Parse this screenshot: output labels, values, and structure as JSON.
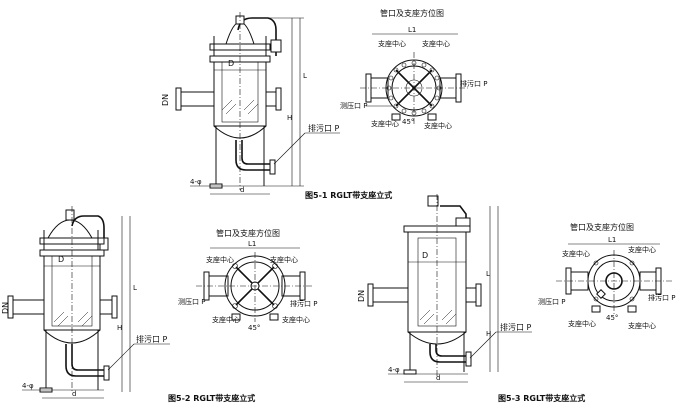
{
  "figures": [
    {
      "caption": "图5-1 RGLT带支座立式",
      "labels": {
        "D": "D",
        "L": "L",
        "L1": "L1",
        "H": "H",
        "DN": "DN",
        "drain": "排污口 P",
        "bolts": "4-φ",
        "d": "d"
      }
    },
    {
      "caption": "图5-2 RGLT带支座立式",
      "labels": {
        "D": "D",
        "L": "L",
        "L1": "L1",
        "H": "H",
        "DN": "DN",
        "drain": "排污口 P",
        "bolts": "4-φ",
        "d": "d"
      }
    },
    {
      "caption": "图5-3 RGLT带支座立式",
      "labels": {
        "D": "D",
        "L": "L",
        "L1": "L1",
        "H": "H",
        "DN": "DN",
        "drain": "排污口 P",
        "bolts": "4-φ",
        "d": "d"
      }
    }
  ],
  "plan_views": [
    {
      "title": "管口及支座方位图",
      "L1": "L1",
      "support_center": "支座中心",
      "pressure_port": "测压口 P",
      "drain": "排污口 P",
      "angle": "45°"
    },
    {
      "title": "管口及支座方位图",
      "L1": "L1",
      "support_center": "支座中心",
      "pressure_port": "测压口 P",
      "drain": "排污口 P",
      "angle": "45°"
    },
    {
      "title": "管口及支座方位图",
      "L1": "L1",
      "support_center": "支座中心",
      "pressure_port": "测压口 P",
      "drain": "排污口 P",
      "angle": "45°"
    }
  ]
}
